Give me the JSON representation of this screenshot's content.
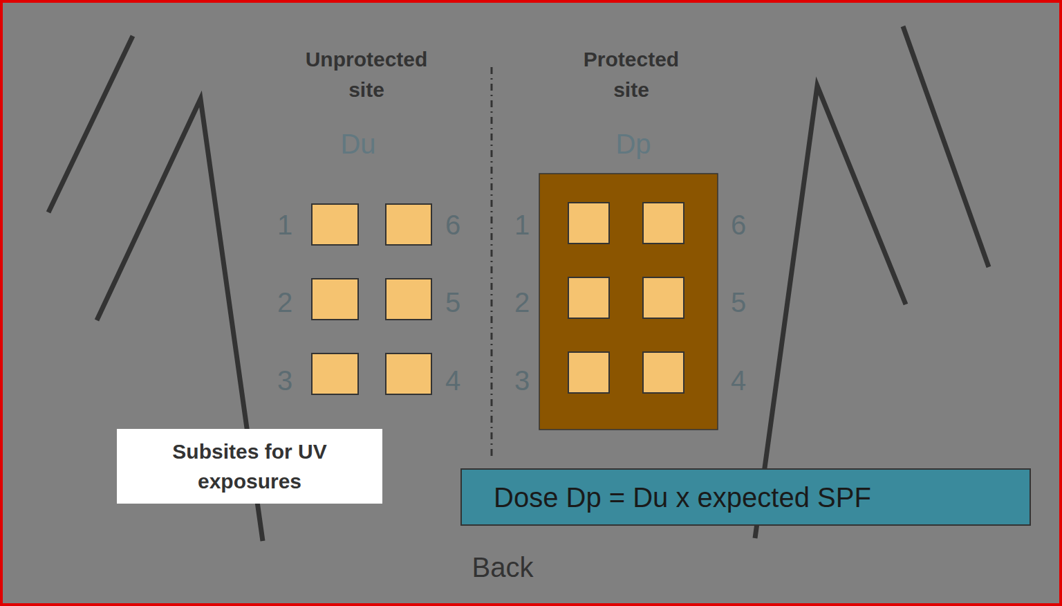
{
  "diagram": {
    "nodes": [
      {
        "text": [
          "Subsites for UV exposures"
        ]
      },
      {
        "text": [
          "Dose Dp = Du x expected SPF"
        ]
      }
    ],
    "labels": [
      "Unprotected site",
      "Du",
      "1",
      "2",
      "3",
      "6",
      "5",
      "4",
      "Protected site",
      "Dp",
      "1",
      "2",
      "3",
      "6",
      "5",
      "4",
      "Back"
    ]
  }
}
